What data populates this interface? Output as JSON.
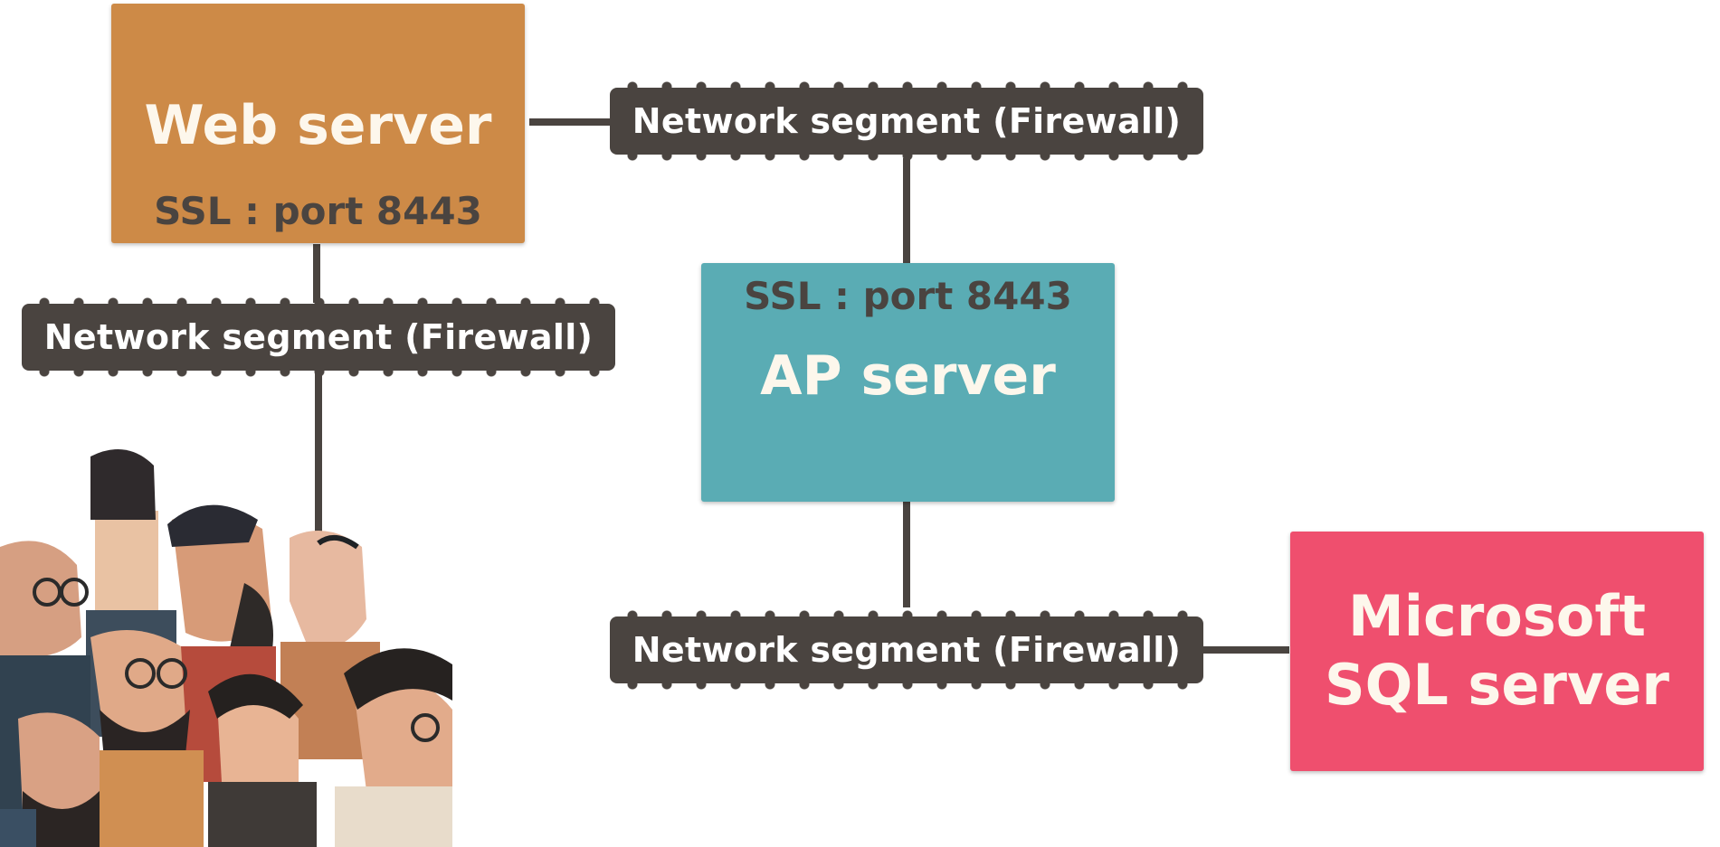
{
  "web_server": {
    "title": "Web server",
    "protocol": "SSL : port 8443",
    "color": "#cd8a47"
  },
  "ap_server": {
    "title": "AP server",
    "protocol": "SSL : port 8443",
    "color": "#5aacb4"
  },
  "sql_server": {
    "title_line1": "Microsoft",
    "title_line2": "SQL server",
    "color": "#ef4f6e"
  },
  "segments": [
    {
      "label": "Network segment (Firewall)"
    },
    {
      "label": "Network segment (Firewall)"
    },
    {
      "label": "Network segment (Firewall)"
    }
  ],
  "line_color": "#4a4440",
  "users_illustration": {
    "icon": "users-group-icon"
  }
}
